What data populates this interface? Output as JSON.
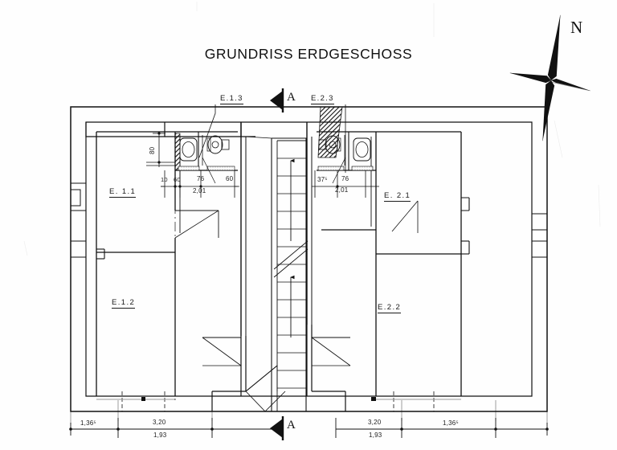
{
  "sheet": {
    "title": "GRUNDRISS ERDGESCHOSS",
    "drawing_type": "architectural-floor-plan",
    "background_color": "#fefefe",
    "line_color": "#111111"
  },
  "compass": {
    "north_label": "N",
    "style": "four-point-star"
  },
  "section_markers": [
    {
      "letter": "A",
      "position": "top",
      "direction": "left"
    },
    {
      "letter": "A",
      "position": "bottom",
      "direction": "left"
    }
  ],
  "rooms": [
    {
      "id": "E.1.1",
      "label": "E. 1.1",
      "side": "left",
      "zone": "upper"
    },
    {
      "id": "E.1.2",
      "label": "E.1.2",
      "side": "left",
      "zone": "lower"
    },
    {
      "id": "E.1.3",
      "label": "E.1.3",
      "side": "left",
      "zone": "bath"
    },
    {
      "id": "E.2.1",
      "label": "E. 2.1",
      "side": "right",
      "zone": "upper"
    },
    {
      "id": "E.2.2",
      "label": "E.2.2",
      "side": "right",
      "zone": "lower"
    },
    {
      "id": "E.2.3",
      "label": "E.2.3",
      "side": "right",
      "zone": "bath"
    }
  ],
  "dimensions": {
    "left_bath_chain_top": [
      "10",
      "60",
      "76",
      "60"
    ],
    "left_bath_chain_bottom": "2,01",
    "right_bath_chain_top": [
      "37⁵",
      "76"
    ],
    "right_bath_chain_bottom": "2,01",
    "left_wall_vertical": "80",
    "bottom_left": [
      {
        "upper": "1,36⁵",
        "lower": ""
      },
      {
        "upper": "3,20",
        "lower": "1,93"
      }
    ],
    "bottom_right": [
      {
        "upper": "3,20",
        "lower": "1,93"
      },
      {
        "upper": "1,36⁵",
        "lower": ""
      }
    ]
  },
  "fixtures": [
    {
      "type": "washbasin",
      "room": "E.1.3"
    },
    {
      "type": "toilet",
      "room": "E.1.3"
    },
    {
      "type": "toilet",
      "room": "E.2.3"
    },
    {
      "type": "washbasin",
      "room": "E.2.3"
    }
  ],
  "stair": {
    "label": "",
    "direction": "up",
    "tread_count": 13
  }
}
